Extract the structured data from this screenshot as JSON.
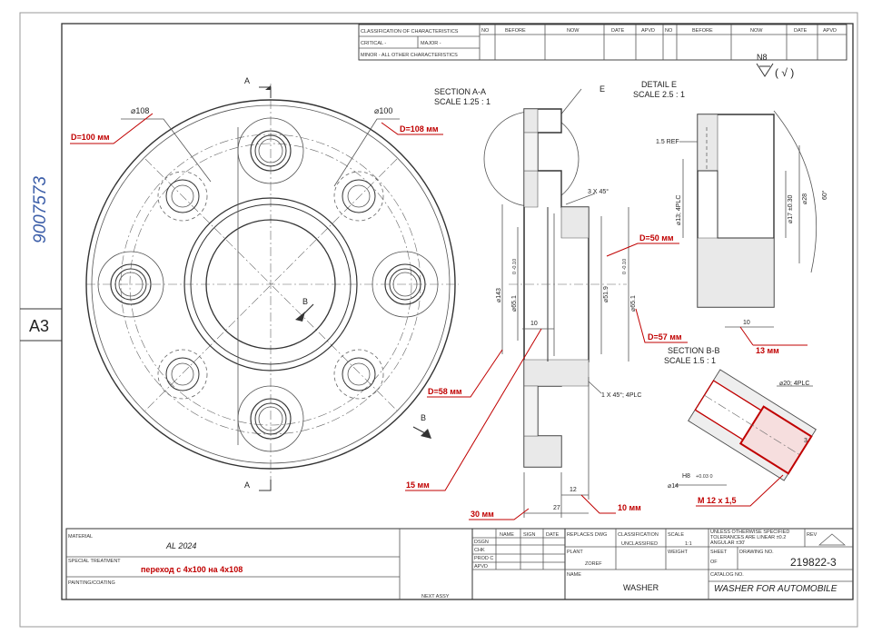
{
  "sheet_size": "A3",
  "side_note": "9007573",
  "header": {
    "classification": "CLASSIFICATION OF CHARACTERISTICS",
    "critical": "CRITICAL -",
    "major": "MAJOR -",
    "minor": "MINOR - ALL OTHER CHARACTERISTICS",
    "rev_cols": [
      "NO",
      "BEFORE",
      "NOW",
      "DATE",
      "APVD",
      "NO",
      "BEFORE",
      "NOW",
      "DATE",
      "APVD"
    ]
  },
  "surface_finish": "N8",
  "surface_finish_suffix": "( √ )",
  "views": {
    "section_aa": {
      "title": "SECTION A-A",
      "scale": "SCALE 1.25 : 1"
    },
    "detail_e": {
      "title": "DETAIL E",
      "scale": "SCALE 2.5 : 1"
    },
    "section_bb": {
      "title": "SECTION B-B",
      "scale": "SCALE 1.5 : 1"
    }
  },
  "labels": {
    "section_a": "A",
    "section_b": "B",
    "detail": "E"
  },
  "dimensions": {
    "dia_108": "⌀108",
    "dia_100": "⌀100",
    "chamfer_3x45": "3 X 45°",
    "dia_143": "⌀143",
    "dia_651_left": "⌀65.1",
    "tol_left": "0 -0.10",
    "dia_519": "⌀51.9",
    "dia_651_right": "⌀65.1",
    "tol_right": "0 -0.10",
    "ten_aa": "10",
    "chamfer_1x45": "1 X 45°; 4PLC",
    "twelve": "12",
    "twentyseven": "27",
    "ref_15": "1.5 REF",
    "dia_13": "⌀13; 4PLC",
    "dia_17": "⌀17 ±0.30",
    "dia_28": "⌀28",
    "angle_60": "60°",
    "ten_e": "10",
    "dia_20": "⌀20; 4PLC",
    "dia_14": "⌀14",
    "h8": "H8",
    "h8_tol": "+0.03 0",
    "three": "3"
  },
  "annotations_red": {
    "d100": "D=100 мм",
    "d108": "D=108 мм",
    "d50": "D=50 мм",
    "d57": "D=57 мм",
    "d58": "D=58 мм",
    "mm13": "13 мм",
    "mm15": "15 мм",
    "mm30": "30 мм",
    "mm10": "10 мм",
    "thread": "М 12 х 1,5",
    "conversion": "переход с 4х100 на 4х108"
  },
  "title_block": {
    "material_label": "MATERIAL",
    "material_value": "AL 2024",
    "special_treatment_label": "SPECIAL TREATMENT",
    "painting_label": "PAINTING/COATING",
    "next_assy": "NEXT ASSY",
    "name_col": "NAME",
    "sign_col": "SIGN",
    "date_col": "DATE",
    "replaces_dwg": "REPLACES DWG",
    "classification_label": "CLASSIFICATION",
    "classification_value": "UNCLASSIFIED",
    "scale_label": "SCALE",
    "scale_value": "1:1",
    "weight_label": "WEIGHT",
    "rows": [
      "DSGN",
      "CHK",
      "PROD C",
      "APVD"
    ],
    "plant_label": "PLANT",
    "plant_value": "ZOREF",
    "tolerance_note": "UNLESS OTHERWISE SPECIFIED TOLERANCES ARE LINEAR ±0.2 ANGULAR ±30'",
    "rev_label": "REV",
    "sheet_label": "SHEET",
    "sheet_value": "OF",
    "drawing_no_label": "DRAWING NO.",
    "drawing_no": "219822-3",
    "part_name_label": "NAME",
    "part_name": "WASHER",
    "catalog_label": "CATALOG NO.",
    "catalog_value": "WASHER FOR AUTOMOBILE"
  }
}
